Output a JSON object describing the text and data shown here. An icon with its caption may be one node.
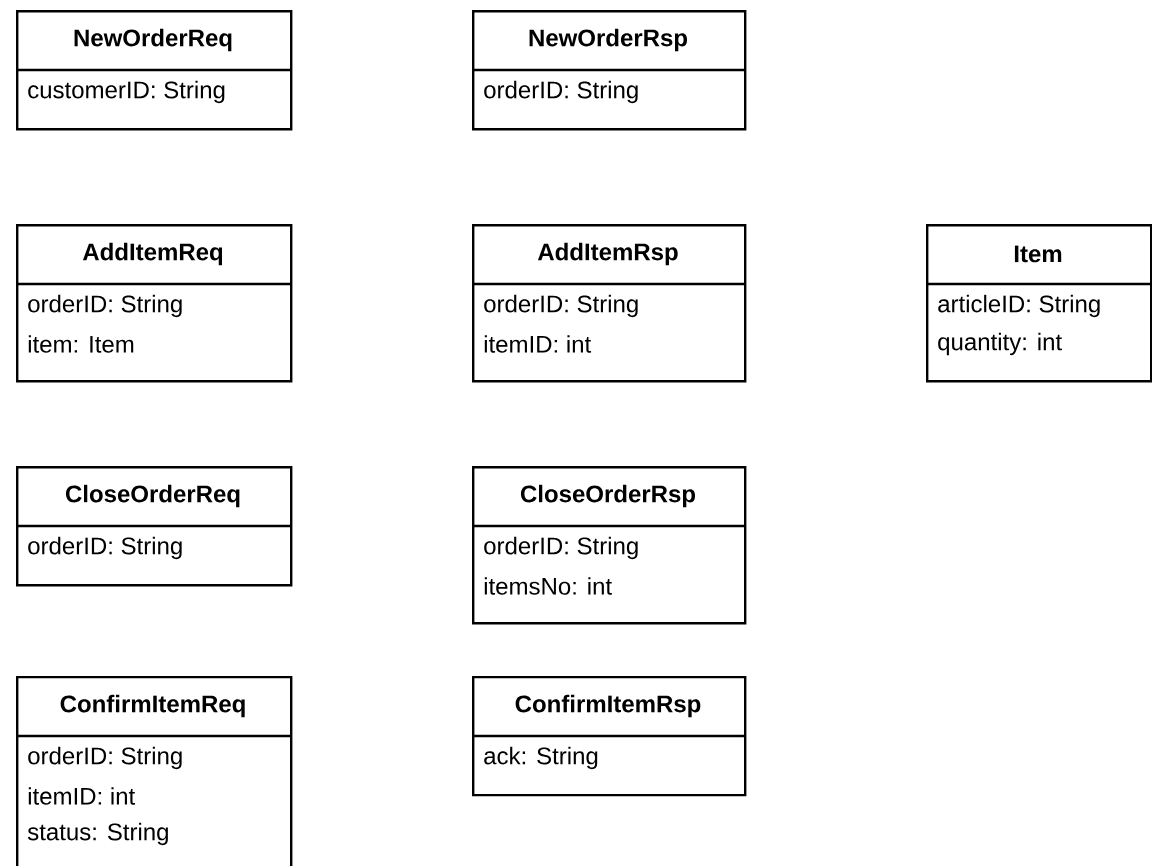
{
  "diagram": {
    "nodes": [
      {
        "text": [
          "NewOrderReq",
          "customerID: String"
        ]
      },
      {
        "text": [
          "NewOrderRsp",
          "orderID: String"
        ]
      },
      {
        "text": [
          "AddItemReq",
          "orderID: String",
          "item: Item"
        ]
      },
      {
        "text": [
          "AddItemRsp",
          "orderID: String",
          "itemID: int"
        ]
      },
      {
        "text": [
          "Item",
          "articleID: String",
          "quantity: int"
        ]
      },
      {
        "text": [
          "CloseOrderReq",
          "orderID: String"
        ]
      },
      {
        "text": [
          "CloseOrderRsp",
          "orderID: String",
          "itemsNo: int"
        ]
      },
      {
        "text": [
          "ConfirmItemReq",
          "orderID: String",
          "itemID: int",
          "status: String"
        ]
      },
      {
        "text": [
          "ConfirmItemRsp",
          "ack: String"
        ]
      }
    ]
  }
}
